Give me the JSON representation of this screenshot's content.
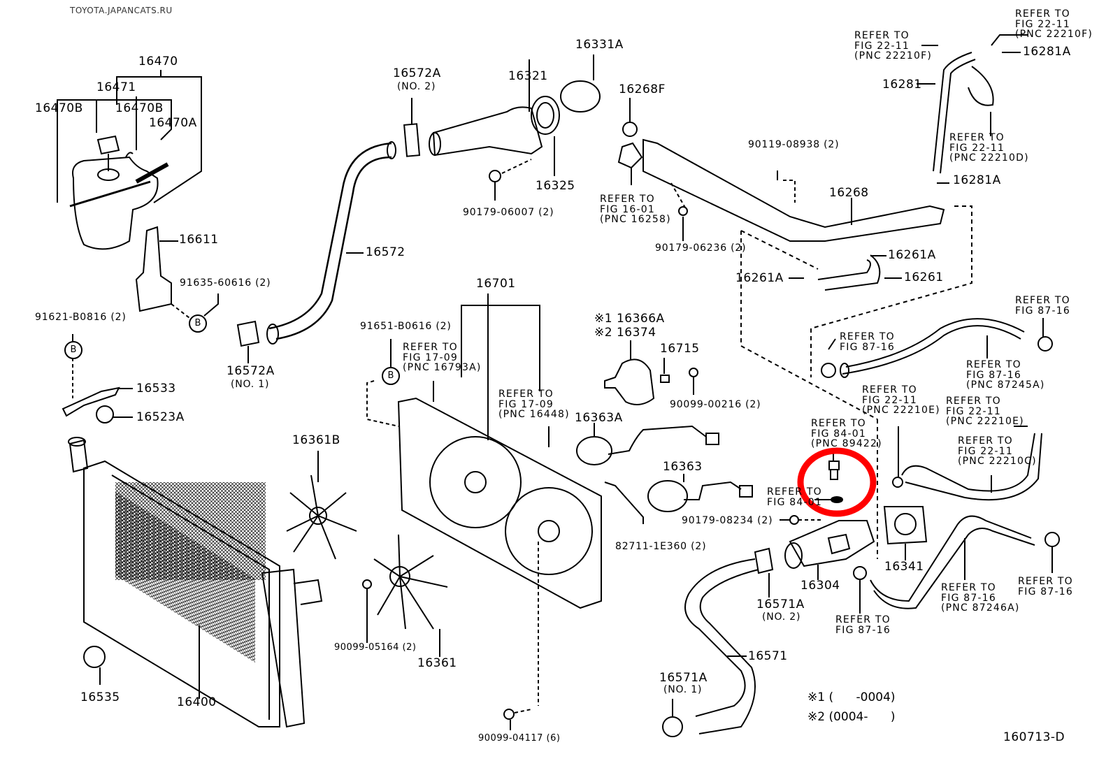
{
  "site_watermark": "TOYOTA.JAPANCATS.RU",
  "figure_code": "160713-D",
  "highlight_color": "#ff0000",
  "marker": "B",
  "parts": {
    "p16470": "16470",
    "p16471": "16471",
    "p16470B_1": "16470B",
    "p16470B_2": "16470B",
    "p16470A": "16470A",
    "p16611": "16611",
    "p91635": "91635-60616 (2)",
    "p91621": "91621-B0816 (2)",
    "p16533": "16533",
    "p16523A": "16523A",
    "p16535": "16535",
    "p16400": "16400",
    "p16572": "16572",
    "p16572A_1": "16572A",
    "p16572A_1_note": "(NO. 1)",
    "p16572A_2": "16572A",
    "p16572A_2_note": "(NO. 2)",
    "p16321": "16321",
    "p16331A": "16331A",
    "p16325": "16325",
    "p90179_06007": "90179-06007 (2)",
    "p16268F": "16268F",
    "p90119": "90119-08938 (2)",
    "p16268": "16268",
    "p90179_06236": "90179-06236 (2)",
    "p16261A_1": "16261A",
    "p16261A_2": "16261A",
    "p16261": "16261",
    "p16281": "16281",
    "p16281A_1": "16281A",
    "p16281A_2": "16281A",
    "p16701": "16701",
    "p91651": "91651-B0616 (2)",
    "p16361B": "16361B",
    "p16361": "16361",
    "p90099_05164": "90099-05164 (2)",
    "p90099_04117": "90099-04117 (6)",
    "p16366A": "※1 16366A",
    "p16374": "※2 16374",
    "p16715": "16715",
    "p90099_00216": "90099-00216 (2)",
    "p16363A": "16363A",
    "p16363": "16363",
    "p82711": "82711-1E360 (2)",
    "p90179_08234": "90179-08234 (2)",
    "p16304": "16304",
    "p16341": "16341",
    "p16571": "16571",
    "p16571A_2": "16571A",
    "p16571A_2_note": "(NO. 2)",
    "p16571A_1": "16571A",
    "p16571A_1_note": "(NO. 1)"
  },
  "references": {
    "r_16258": [
      "REFER TO",
      "FIG 16-01",
      "(PNC 16258)"
    ],
    "r_22210F_left": [
      "REFER TO",
      "FIG 22-11",
      "(PNC 22210F)"
    ],
    "r_22210F_right": [
      "REFER TO",
      "FIG 22-11",
      "(PNC 22210F)"
    ],
    "r_22210D": [
      "REFER TO",
      "FIG 22-11",
      "(PNC 22210D)"
    ],
    "r_16793A": [
      "REFER TO",
      "FIG 17-09",
      "(PNC 16793A)"
    ],
    "r_16448": [
      "REFER TO",
      "FIG 17-09",
      "(PNC 16448)"
    ],
    "r_87_16_a": [
      "REFER TO",
      "FIG 87-16"
    ],
    "r_87_16_b": [
      "REFER TO",
      "FIG 87-16"
    ],
    "r_87245A": [
      "REFER TO",
      "FIG 87-16",
      "(PNC 87245A)"
    ],
    "r_22210E_a": [
      "REFER TO",
      "FIG 22-11",
      "(PNC 22210E)"
    ],
    "r_22210E_b": [
      "REFER TO",
      "FIG 22-11",
      "(PNC 22210E)"
    ],
    "r_22210C": [
      "REFER TO",
      "FIG 22-11",
      "(PNC 22210C)"
    ],
    "r_84_01_top": [
      "REFER TO",
      "FIG 84-01",
      "(PNC 89422)"
    ],
    "r_84_01_bot": [
      "REFER TO",
      "FIG 84-01"
    ],
    "r_87_16_c": [
      "REFER TO",
      "FIG 87-16"
    ],
    "r_87246A": [
      "REFER TO",
      "FIG 87-16",
      "(PNC 87246A)"
    ],
    "r_87_16_d": [
      "REFER TO",
      "FIG 87-16"
    ]
  },
  "notes": [
    {
      "mark": "※1",
      "range": "(      -0004)"
    },
    {
      "mark": "※2",
      "range": "(0004-      )"
    }
  ]
}
